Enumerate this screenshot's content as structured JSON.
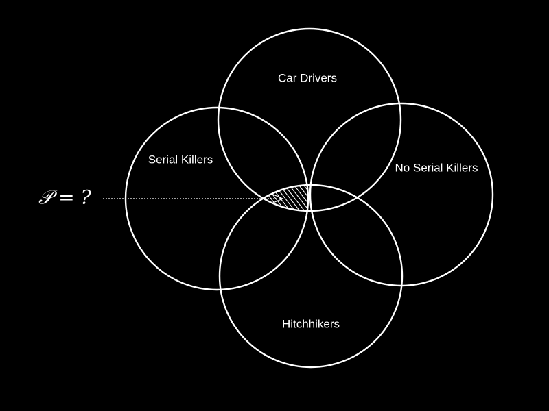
{
  "diagram": {
    "background_color": "#000000",
    "line_color": "#ffffff",
    "sets": [
      {
        "id": "car-drivers",
        "label": "Car Drivers"
      },
      {
        "id": "serial-killers",
        "label": "Serial Killers"
      },
      {
        "id": "no-serial-killers",
        "label": "No Serial Killers"
      },
      {
        "id": "hitchhikers",
        "label": "Hitchhikers"
      }
    ],
    "highlighted_region": [
      "Car Drivers",
      "Serial Killers",
      "Hitchhikers"
    ],
    "formula": "𝒫 = ?"
  }
}
